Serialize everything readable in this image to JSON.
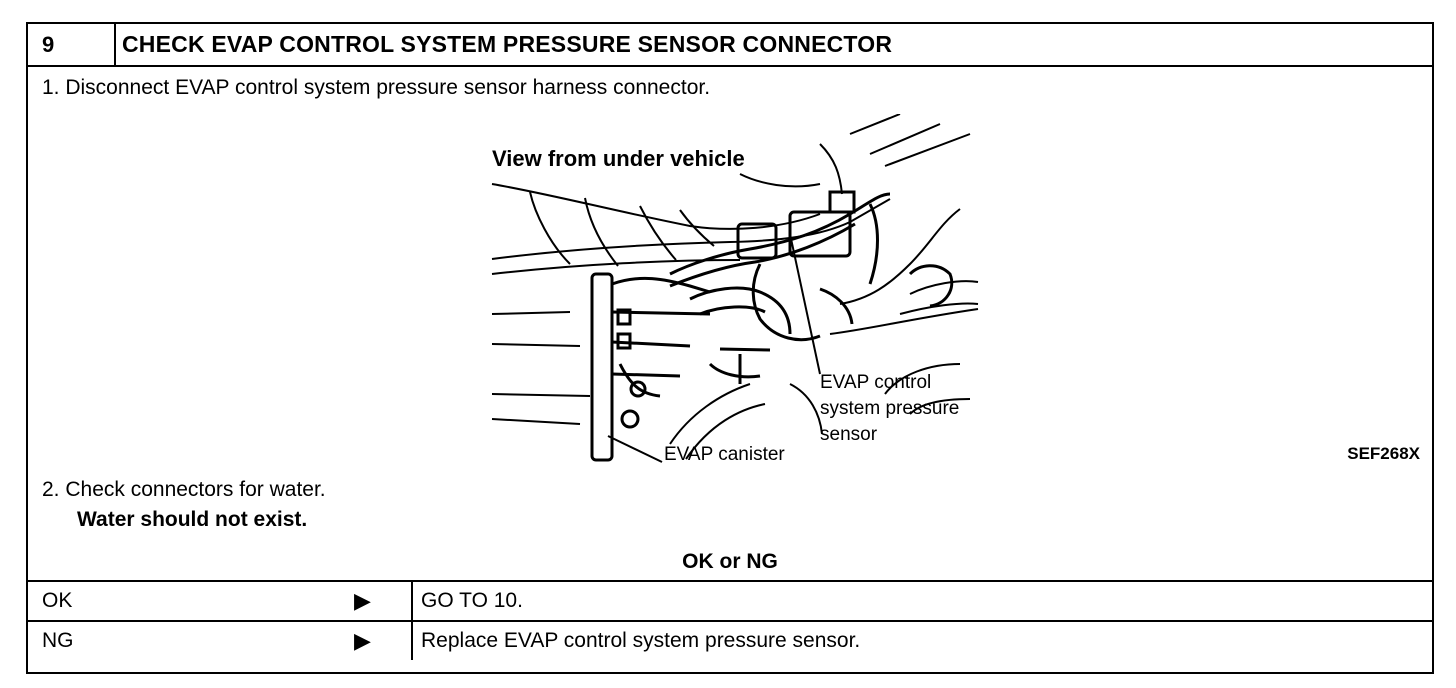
{
  "step": {
    "number": "9",
    "title": "CHECK EVAP CONTROL SYSTEM PRESSURE SENSOR CONNECTOR"
  },
  "instructions": {
    "step1": "1. Disconnect EVAP control system pressure sensor harness connector.",
    "step2": "2. Check connectors for water.",
    "step2_note": "Water should not exist."
  },
  "figure": {
    "view_label": "View from under vehicle",
    "sensor_label_line1": "EVAP control",
    "sensor_label_line2": "system pressure",
    "sensor_label_line3": "sensor",
    "canister_label": "EVAP canister",
    "code": "SEF268X"
  },
  "result": {
    "prompt": "OK or NG",
    "rows": [
      {
        "condition": "OK",
        "arrow": "▶",
        "action": "GO TO 10."
      },
      {
        "condition": "NG",
        "arrow": "▶",
        "action": "Replace EVAP control system pressure sensor."
      }
    ]
  }
}
